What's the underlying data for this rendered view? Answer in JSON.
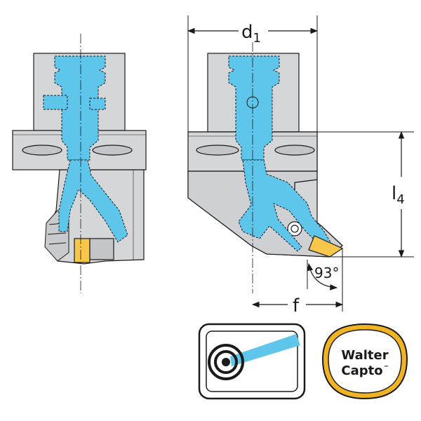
{
  "labels": {
    "d_main": "d",
    "d_sub": "1",
    "l_main": "l",
    "l_sub": "4",
    "f": "f",
    "angle": "93°"
  },
  "logo": {
    "line1": "Walter",
    "line2": "Capto",
    "tm": "™"
  },
  "icons": {
    "coolant": "internal-coolant-target-icon",
    "capto": "walter-capto-logo"
  },
  "colors": {
    "body": "#d5d6d8",
    "body_dark": "#bfc0c3",
    "coolant": "#5ec6ea",
    "insert": "#f6c74a",
    "logo_ring": "#f0b323",
    "outline": "#1a1a1a"
  }
}
